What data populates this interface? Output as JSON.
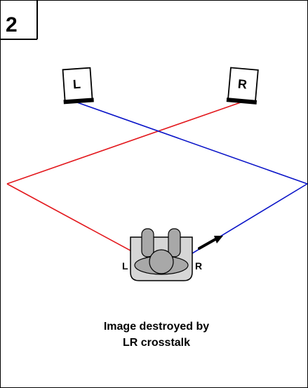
{
  "panel_number": "2",
  "speakers": {
    "left_label": "L",
    "right_label": "R"
  },
  "listener": {
    "left_ear_label": "L",
    "right_ear_label": "R"
  },
  "caption": {
    "line1": "Image destroyed by",
    "line2": "LR crosstalk"
  },
  "colors": {
    "left_channel": "#e3191e",
    "right_channel": "#0a14c8",
    "chair_fill": "#d6d6d6",
    "head_fill": "#a8a8a8",
    "frame": "#000000"
  }
}
